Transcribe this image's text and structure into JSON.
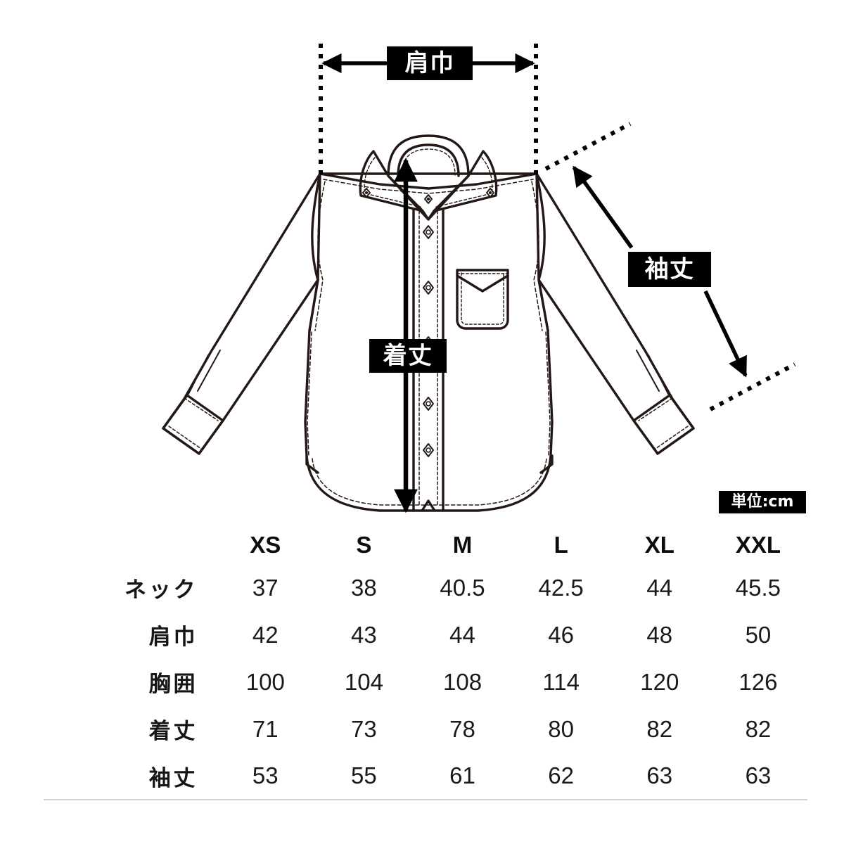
{
  "diagram": {
    "product": "long-sleeve-button-down-shirt",
    "labels": {
      "shoulder_width": "肩巾",
      "sleeve_length": "袖丈",
      "body_length": "着丈"
    },
    "unit_badge": "単位:cm",
    "line_color": "#231815",
    "accent_color": "#000000"
  },
  "chart_data": {
    "type": "table",
    "title": "",
    "unit": "cm",
    "columns": [
      "",
      "XS",
      "S",
      "M",
      "L",
      "XL",
      "XXL"
    ],
    "sizes": [
      "XS",
      "S",
      "M",
      "L",
      "XL",
      "XXL"
    ],
    "rows": [
      {
        "label": "ネック",
        "values": [
          "37",
          "38",
          "40.5",
          "42.5",
          "44",
          "45.5"
        ]
      },
      {
        "label": "肩巾",
        "values": [
          "42",
          "43",
          "44",
          "46",
          "48",
          "50"
        ]
      },
      {
        "label": "胸囲",
        "values": [
          "100",
          "104",
          "108",
          "114",
          "120",
          "126"
        ]
      },
      {
        "label": "着丈",
        "values": [
          "71",
          "73",
          "78",
          "80",
          "82",
          "82"
        ]
      },
      {
        "label": "袖丈",
        "values": [
          "53",
          "55",
          "61",
          "62",
          "63",
          "63"
        ]
      }
    ]
  }
}
